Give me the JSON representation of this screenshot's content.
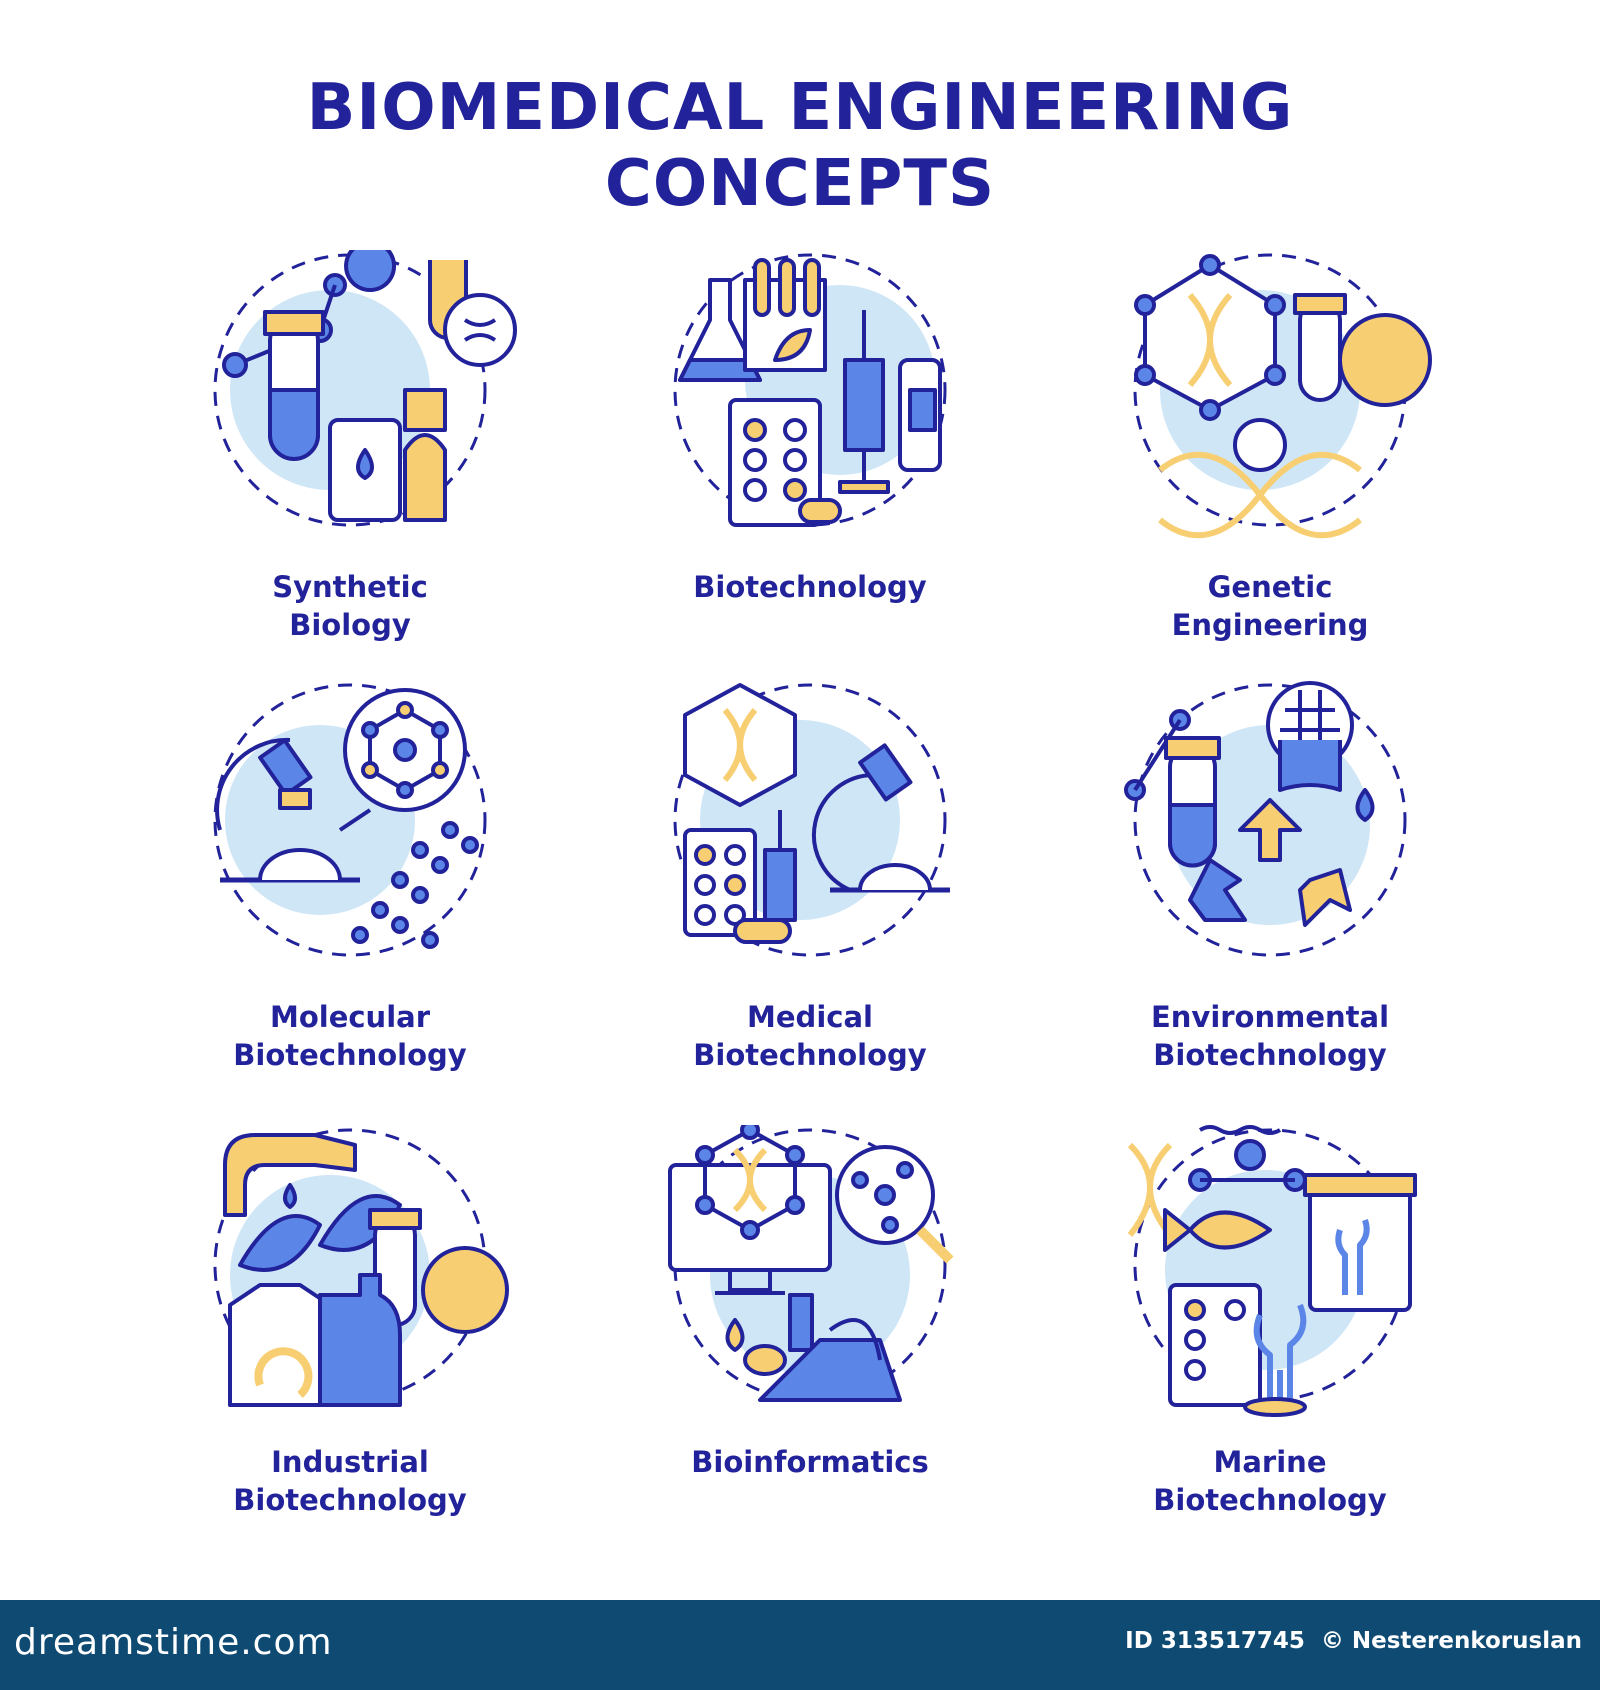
{
  "title": {
    "line1": "BIOMEDICAL ENGINEERING",
    "line2": "CONCEPTS"
  },
  "colors": {
    "navy": "#22229a",
    "blue": "#5b86e8",
    "light_blue": "#cfe6f7",
    "yellow": "#f7cf72",
    "footer": "#0f4a73"
  },
  "concepts": [
    {
      "line1": "Synthetic",
      "line2": "Biology",
      "icon": "test-tube-apple-dna-corn-icon"
    },
    {
      "line1": "Biotechnology",
      "line2": "",
      "icon": "flask-syringe-pills-icon"
    },
    {
      "line1": "Genetic",
      "line2": "Engineering",
      "icon": "dna-gear-tomato-icon"
    },
    {
      "line1": "Molecular",
      "line2": "Biotechnology",
      "icon": "microscope-molecule-icon"
    },
    {
      "line1": "Medical",
      "line2": "Biotechnology",
      "icon": "dna-microscope-pills-icon"
    },
    {
      "line1": "Environmental",
      "line2": "Biotechnology",
      "icon": "recycle-tube-water-icon"
    },
    {
      "line1": "Industrial",
      "line2": "Biotechnology",
      "icon": "fuel-leaf-bottle-icon"
    },
    {
      "line1": "Bioinformatics",
      "line2": "",
      "icon": "monitor-dna-microscope-icon"
    },
    {
      "line1": "Marine",
      "line2": "Biotechnology",
      "icon": "dna-fish-seaweed-icon"
    }
  ],
  "footer": {
    "brand": "dreamstime.com",
    "id_text": "ID 313517745",
    "author": "© Nesterenkoruslan"
  }
}
